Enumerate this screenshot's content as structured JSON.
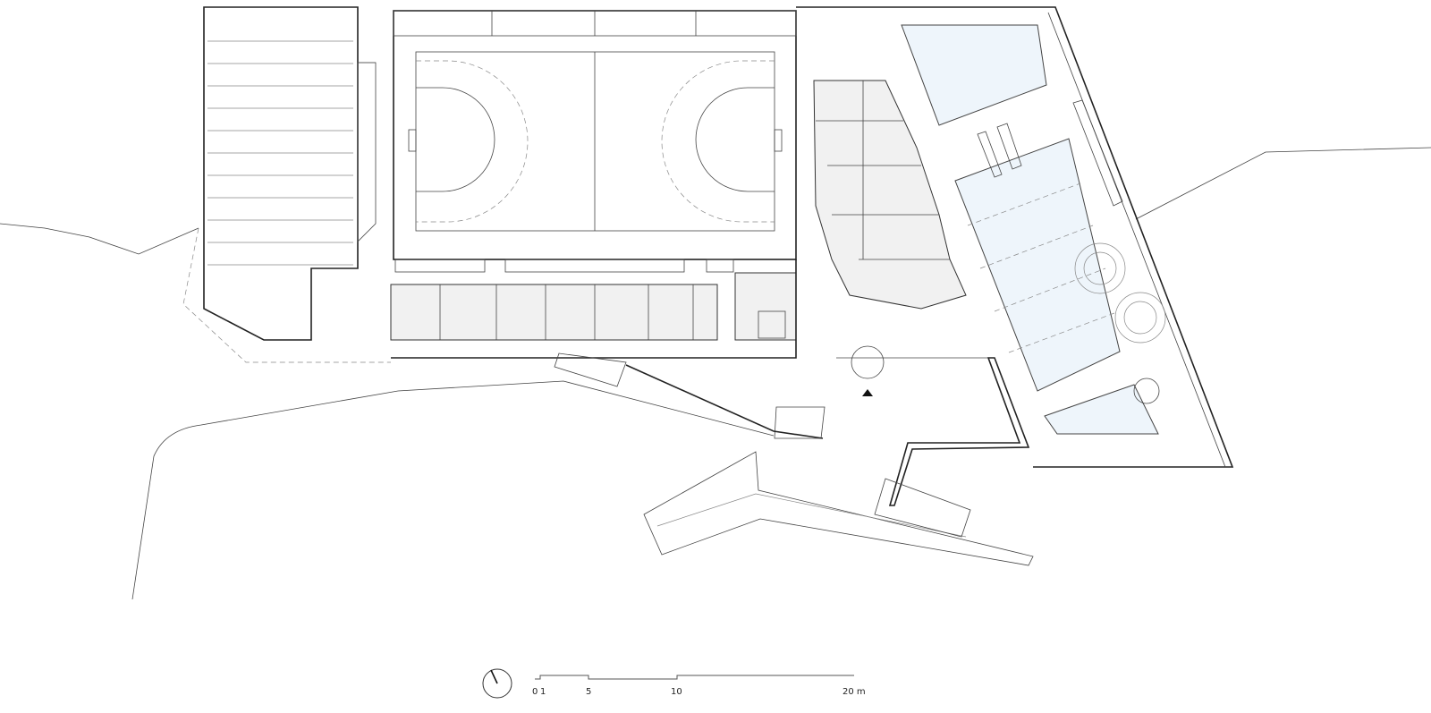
{
  "drawing": {
    "type": "architectural floor plan",
    "colors": {
      "walls": "#222222",
      "pool_water": "#eef5fb",
      "room_fill": "#f1f1f1"
    }
  },
  "scale_bar": {
    "labels": [
      "0",
      "1",
      "5",
      "10",
      "20 m"
    ]
  },
  "north_arrow": {
    "icon": "north-arrow-icon"
  }
}
